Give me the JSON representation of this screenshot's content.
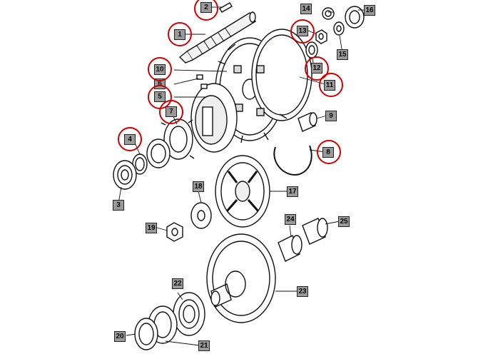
{
  "diagram": {
    "callouts": [
      {
        "id": "c1",
        "label": "1",
        "highlighted": true
      },
      {
        "id": "c2",
        "label": "2",
        "highlighted": true
      },
      {
        "id": "c3",
        "label": "3",
        "highlighted": false
      },
      {
        "id": "c4",
        "label": "4",
        "highlighted": true
      },
      {
        "id": "c5",
        "label": "5",
        "highlighted": true
      },
      {
        "id": "c6",
        "label": "6",
        "highlighted": false
      },
      {
        "id": "c7",
        "label": "7",
        "highlighted": true
      },
      {
        "id": "c8",
        "label": "8",
        "highlighted": true
      },
      {
        "id": "c9",
        "label": "9",
        "highlighted": false
      },
      {
        "id": "c10",
        "label": "10",
        "highlighted": true
      },
      {
        "id": "c11",
        "label": "11",
        "highlighted": true
      },
      {
        "id": "c12",
        "label": "12",
        "highlighted": true
      },
      {
        "id": "c13",
        "label": "13",
        "highlighted": true
      },
      {
        "id": "c14",
        "label": "14",
        "highlighted": false
      },
      {
        "id": "c15",
        "label": "15",
        "highlighted": false
      },
      {
        "id": "c16",
        "label": "16",
        "highlighted": false
      },
      {
        "id": "c17",
        "label": "17",
        "highlighted": false
      },
      {
        "id": "c18",
        "label": "18",
        "highlighted": false
      },
      {
        "id": "c19",
        "label": "19",
        "highlighted": false
      },
      {
        "id": "c20",
        "label": "20",
        "highlighted": false
      },
      {
        "id": "c21",
        "label": "21",
        "highlighted": false
      },
      {
        "id": "c22",
        "label": "22",
        "highlighted": false
      },
      {
        "id": "c23",
        "label": "23",
        "highlighted": false
      },
      {
        "id": "c24",
        "label": "24",
        "highlighted": false
      },
      {
        "id": "c25",
        "label": "25",
        "highlighted": false
      }
    ],
    "colors": {
      "highlight_ring": "#d10000",
      "callout_fill": "#9a9a9a",
      "line": "#111111"
    }
  }
}
